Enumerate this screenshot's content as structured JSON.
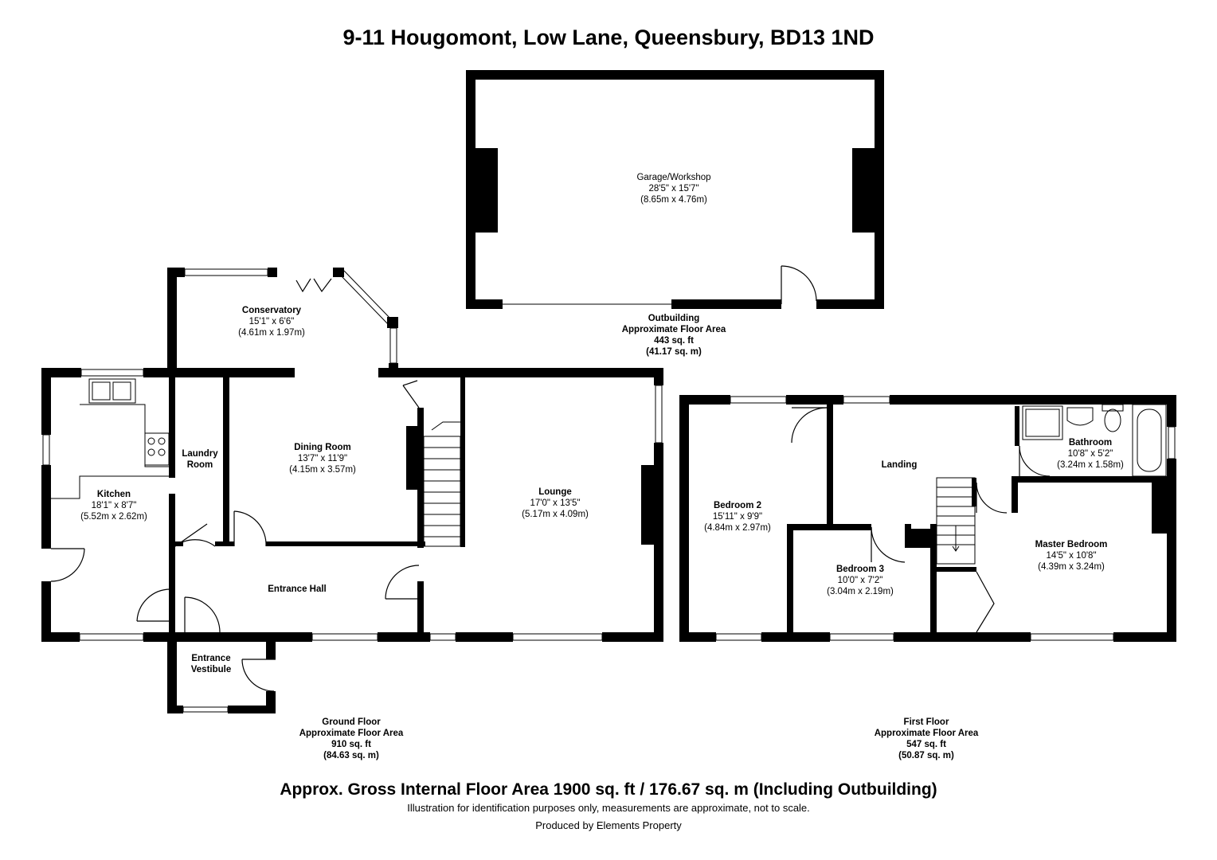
{
  "title": "9-11 Hougomont, Low Lane, Queensbury, BD13 1ND",
  "rooms": {
    "garage": {
      "name": "Garage/Workshop",
      "imperial": "28'5\" x 15'7\"",
      "metric": "(8.65m x 4.76m)"
    },
    "conservatory": {
      "name": "Conservatory",
      "imperial": "15'1\" x 6'6\"",
      "metric": "(4.61m x 1.97m)"
    },
    "kitchen": {
      "name": "Kitchen",
      "imperial": "18'1\" x 8'7\"",
      "metric": "(5.52m x 2.62m)"
    },
    "laundry": {
      "name_line1": "Laundry",
      "name_line2": "Room"
    },
    "dining": {
      "name": "Dining Room",
      "imperial": "13'7\" x 11'9\"",
      "metric": "(4.15m x 3.57m)"
    },
    "lounge": {
      "name": "Lounge",
      "imperial": "17'0\" x 13'5\"",
      "metric": "(5.17m x 4.09m)"
    },
    "hall": {
      "name": "Entrance Hall"
    },
    "vestibule": {
      "name_line1": "Entrance",
      "name_line2": "Vestibule"
    },
    "bedroom2": {
      "name": "Bedroom 2",
      "imperial": "15'11\" x 9'9\"",
      "metric": "(4.84m x 2.97m)"
    },
    "landing": {
      "name": "Landing"
    },
    "bathroom": {
      "name": "Bathroom",
      "imperial": "10'8\" x 5'2\"",
      "metric": "(3.24m x 1.58m)"
    },
    "bedroom3": {
      "name": "Bedroom 3",
      "imperial": "10'0\" x 7'2\"",
      "metric": "(3.04m x 2.19m)"
    },
    "master": {
      "name": "Master Bedroom",
      "imperial": "14'5\" x 10'8\"",
      "metric": "(4.39m x 3.24m)"
    }
  },
  "areas": {
    "outbuilding": {
      "line1": "Outbuilding",
      "line2": "Approximate Floor Area",
      "line3": "443 sq. ft",
      "line4": "(41.17 sq. m)"
    },
    "ground": {
      "line1": "Ground Floor",
      "line2": "Approximate Floor Area",
      "line3": "910 sq. ft",
      "line4": "(84.63 sq. m)"
    },
    "first": {
      "line1": "First Floor",
      "line2": "Approximate Floor Area",
      "line3": "547 sq. ft",
      "line4": "(50.87 sq. m)"
    }
  },
  "footer": {
    "gross": "Approx. Gross Internal Floor Area 1900 sq. ft / 176.67 sq. m (Including Outbuilding)",
    "disclaimer": "Illustration for identification purposes only, measurements are approximate, not to scale.",
    "produced": "Produced by Elements Property"
  }
}
